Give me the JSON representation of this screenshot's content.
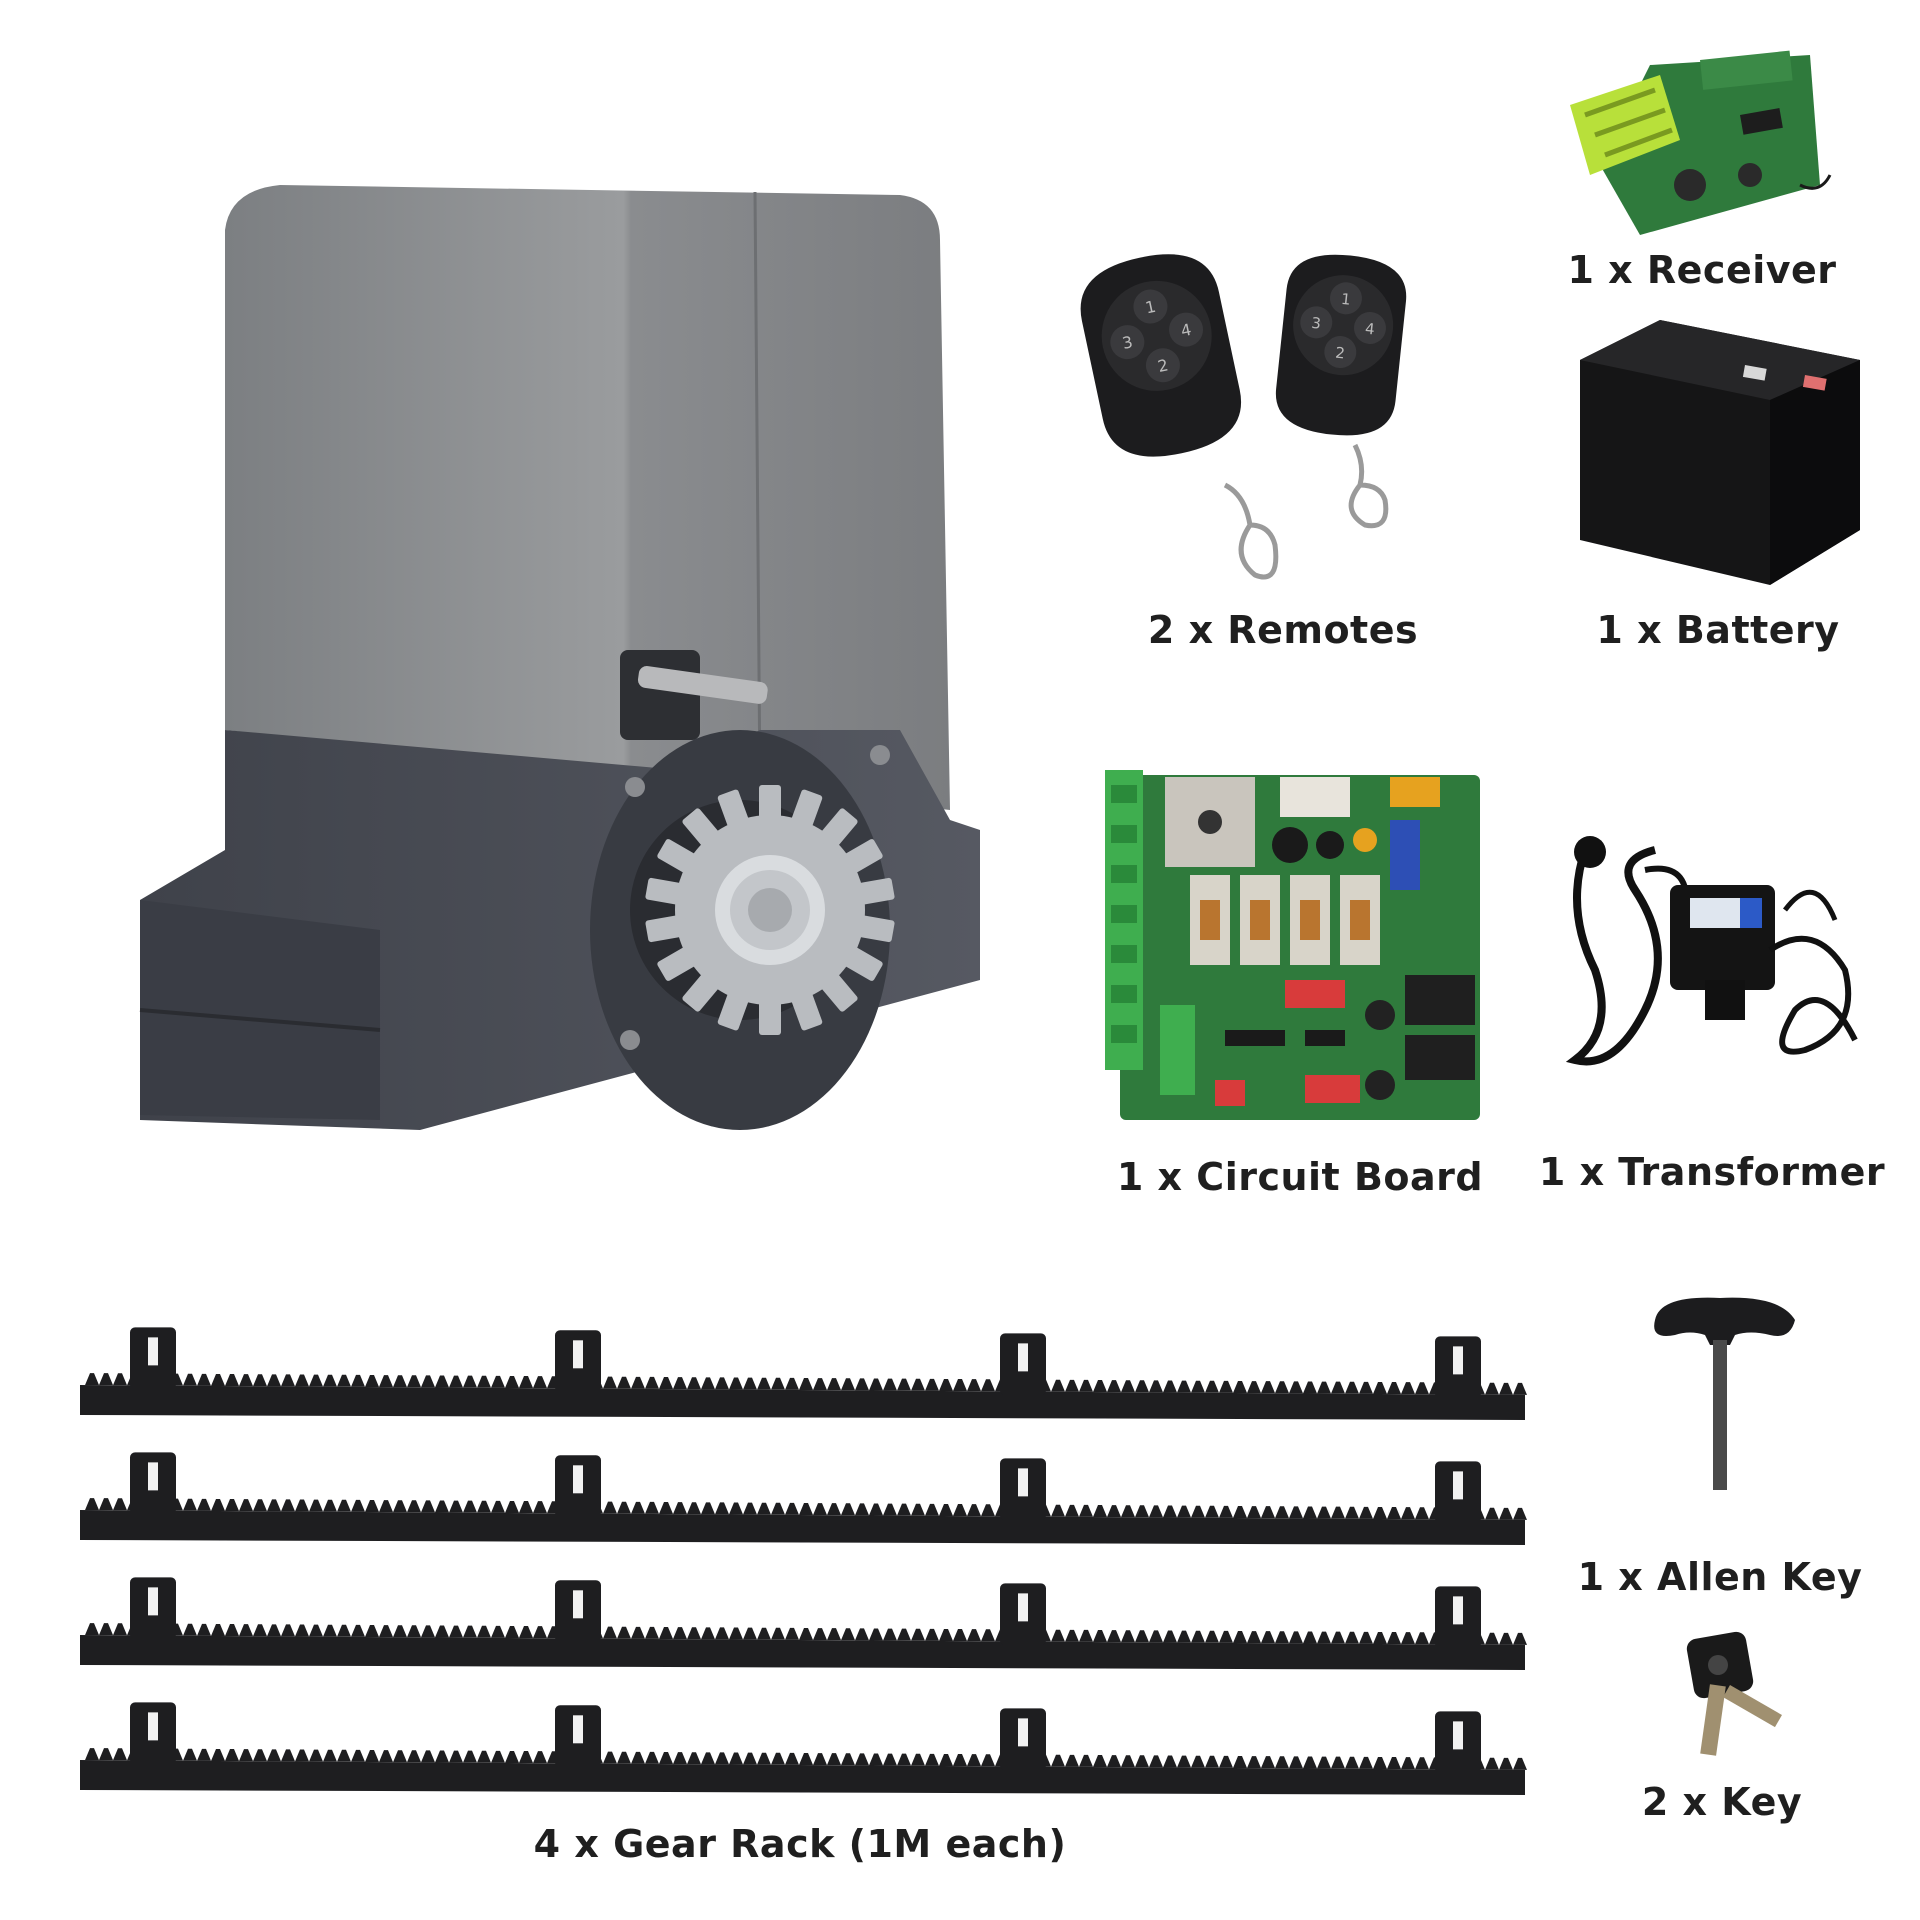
{
  "components": {
    "receiver": {
      "label": "1 x Receiver",
      "icon": "receiver-board-icon"
    },
    "remotes": {
      "label": "2 x Remotes",
      "icon": "remote-control-icon"
    },
    "battery": {
      "label": "1 x Battery",
      "icon": "battery-icon"
    },
    "circuit_board": {
      "label": "1 x Circuit Board",
      "icon": "circuit-board-icon"
    },
    "transformer": {
      "label": "1 x Transformer",
      "icon": "transformer-icon"
    },
    "allen_key": {
      "label": "1 x Allen Key",
      "icon": "allen-key-icon"
    },
    "keys": {
      "label": "2 x Key",
      "icon": "key-icon"
    },
    "gear_rack": {
      "label": "4 x Gear Rack (1M each)",
      "icon": "gear-rack-icon"
    },
    "motor": {
      "icon": "gate-motor-icon"
    }
  },
  "remote_buttons": [
    "1",
    "4",
    "3",
    "2"
  ],
  "colors": {
    "motor_cover": "#8c8e90",
    "motor_base": "#4a4d55",
    "gear": "#b9bcc0",
    "pcb_green": "#2f7a3c",
    "terminal_green": "#3fae4f",
    "receiver_terminal": "#b8e03a",
    "dark_plastic": "#1c1c1e",
    "label_text": "#1f1f1f"
  }
}
